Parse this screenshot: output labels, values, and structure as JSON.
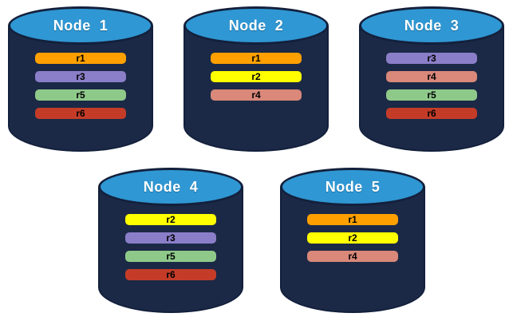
{
  "diagram": {
    "description": "Five database nodes with replica placement",
    "colors": {
      "cylinder_body": "#1B2946",
      "cylinder_top": "#2F97D3",
      "outline": "#13203C",
      "title_text": "#FFFFFF",
      "bar_text": "#000000",
      "replicas": {
        "r1": "#FFA000",
        "r2": "#FFFF00",
        "r3": "#8B7EC8",
        "r4": "#D9887A",
        "r5": "#8FC98A",
        "r6": "#C43C28"
      }
    },
    "nodes": [
      {
        "label": "Node  1",
        "row": 0,
        "replicas": [
          "r1",
          "r3",
          "r5",
          "r6"
        ]
      },
      {
        "label": "Node  2",
        "row": 0,
        "replicas": [
          "r1",
          "r2",
          "r4"
        ]
      },
      {
        "label": "Node  3",
        "row": 0,
        "replicas": [
          "r3",
          "r4",
          "r5",
          "r6"
        ]
      },
      {
        "label": "Node  4",
        "row": 1,
        "replicas": [
          "r2",
          "r3",
          "r5",
          "r6"
        ]
      },
      {
        "label": "Node  5",
        "row": 1,
        "replicas": [
          "r1",
          "r2",
          "r4"
        ]
      }
    ]
  }
}
